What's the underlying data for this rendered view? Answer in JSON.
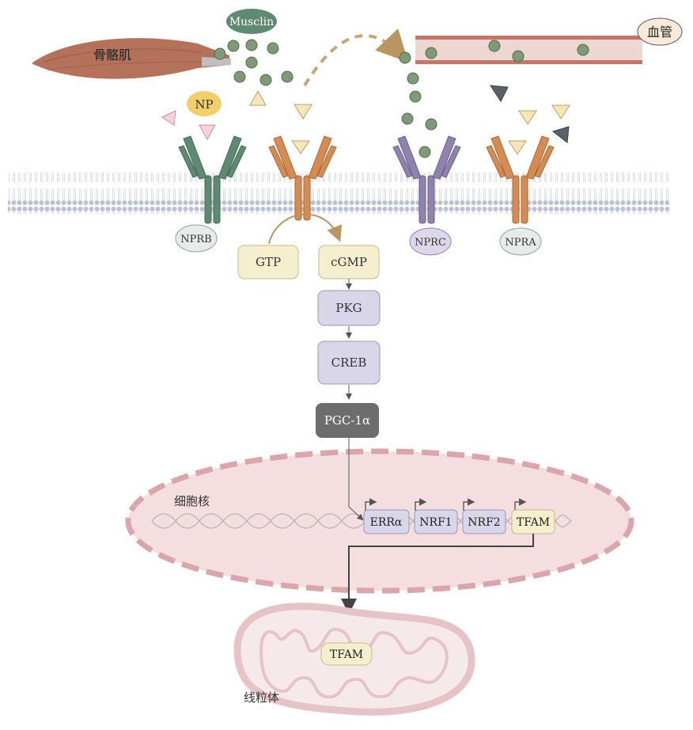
{
  "labels": {
    "muscle": "骨骼肌",
    "musclin": "Musclin",
    "vessel": "血管",
    "np": "NP",
    "nucleus": "细胞核",
    "mitochondrion": "线粒体"
  },
  "receptors": {
    "nprb": "NPRB",
    "nprc": "NPRC",
    "npra": "NPRA"
  },
  "pathway": {
    "gtp": "GTP",
    "cgmp": "cGMP",
    "pkg": "PKG",
    "creb": "CREB",
    "pgc": "PGC-1α"
  },
  "genes": [
    "ERRα",
    "NRF1",
    "NRF2",
    "TFAM"
  ],
  "mito_protein": "TFAM",
  "colors": {
    "musclin_green": "#7f9a76",
    "vessel_red": "#c9736a",
    "nprb_green": "#5e8a72",
    "npr_orange": "#d68c50",
    "nprc_purple": "#8f82ad",
    "box_purple": "#d9d6ea",
    "box_cream": "#f6efcf",
    "pgc_gray": "#6d6d6d",
    "nucleus_pink": "#f2d3d4",
    "mito_pink": "#e9c8cc"
  }
}
